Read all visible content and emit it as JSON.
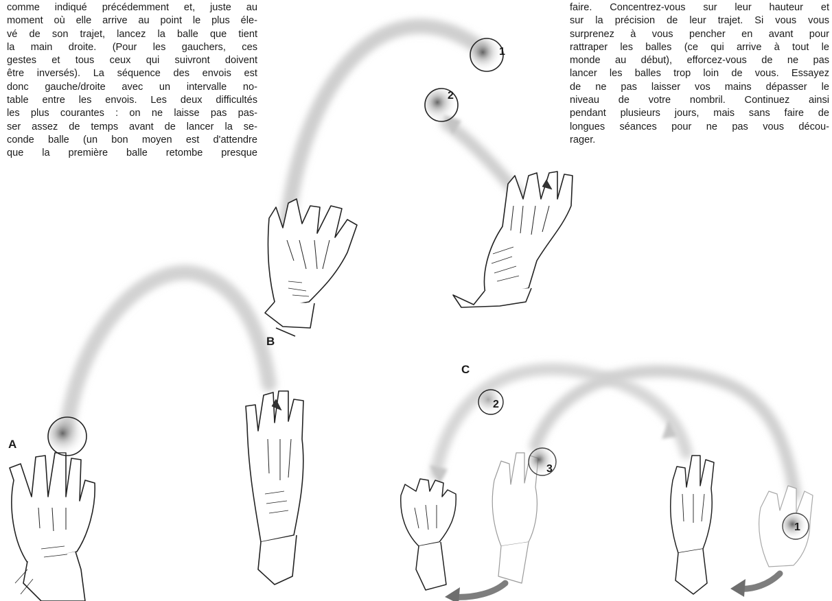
{
  "left_text": {
    "lines": [
      "comme indiqué précédemment et, juste au",
      "moment où elle arrive au point le plus éle-",
      "vé de son trajet, lancez la balle que tient",
      "la main droite. (Pour les gauchers, ces",
      "gestes et tous ceux qui suivront doivent",
      "être inversés). La séquence des envois est",
      "donc gauche/droite avec un intervalle no-",
      "table entre les envois. Les deux difficultés",
      "les plus courantes : on ne laisse pas pas-",
      "ser assez de temps avant de lancer la se-",
      "conde balle (un bon moyen est d'attendre",
      "que la première balle retombe presque"
    ]
  },
  "right_text": {
    "lines": [
      "faire. Concentrez-vous sur leur hauteur et",
      "sur la précision de leur trajet. Si vous vous",
      "surprenez à vous pencher en avant pour",
      "rattraper les balles (ce qui arrive à tout le",
      "monde au début), efforcez-vous de ne pas",
      "lancer les balles trop loin de vous. Essayez",
      "de ne pas laisser vos mains dépasser le",
      "niveau de votre nombril. Continuez ainsi",
      "pendant plusieurs jours, mais sans faire de",
      "longues séances pour ne pas vous décou-",
      "rager."
    ]
  },
  "figures": {
    "label_a": "A",
    "label_b": "B",
    "label_c": "C",
    "ball_b1": "1",
    "ball_b2": "2",
    "ball_c1": "1",
    "ball_c2": "2",
    "ball_c3": "3"
  },
  "colors": {
    "text": "#1a1a1a",
    "trajectory": "#c8c8c8",
    "ink": "#222222",
    "arrow": "#8a8a8a"
  }
}
